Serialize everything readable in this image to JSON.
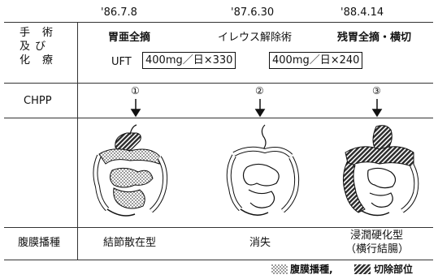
{
  "dates": [
    "'86.7.8",
    "'87.6.30",
    "'88.4.14"
  ],
  "row_labels": {
    "treatment": [
      "手　術",
      "及 び",
      "化　療"
    ],
    "chpp": "CHPP",
    "peritoneal": "腹膜播種"
  },
  "surgery": [
    "胃亜全摘",
    "イレウス解除術",
    "残胃全摘・横切"
  ],
  "chemo": {
    "drug": "UFT",
    "dose1": "400mg／日×330",
    "dose2": "400mg／日×240"
  },
  "chpp_markers": [
    "①",
    "②",
    "③"
  ],
  "findings": [
    "結節散在型",
    "消失",
    "浸潤硬化型"
  ],
  "findings_note": "（横行結腸）",
  "legend": {
    "peritoneal": "腹膜播種,",
    "resection": "切除部位"
  },
  "colors": {
    "ink": "#111111",
    "hatch_light": "#9a9a9a",
    "hatch_dark": "#3a3a3a"
  }
}
